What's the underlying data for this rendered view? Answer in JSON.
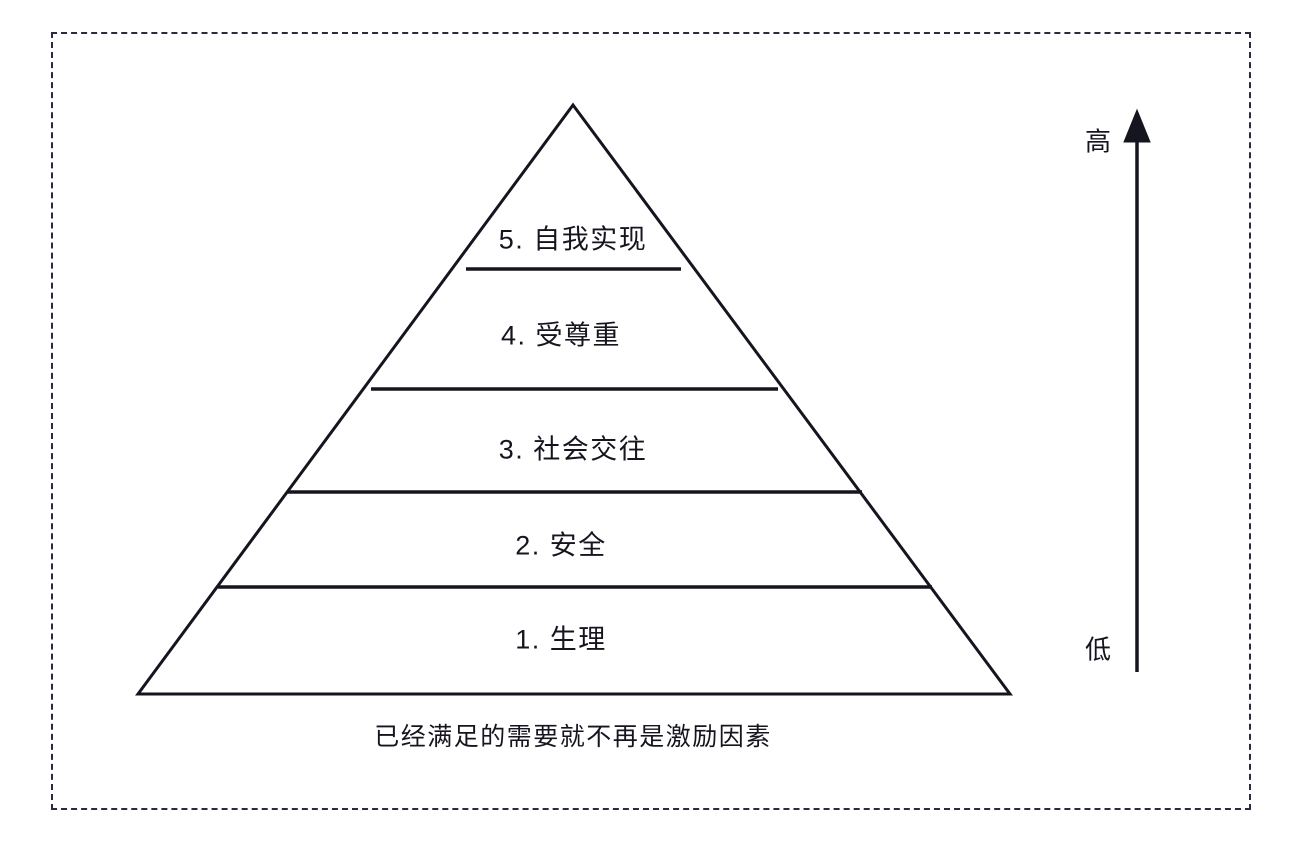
{
  "diagram": {
    "title_visible": false,
    "type": "pyramid",
    "frame": {
      "style": "dashed",
      "color": "#2b2b3d"
    },
    "stroke_color": "#15151f",
    "background_color": "#ffffff",
    "tiers": [
      {
        "number": "5",
        "label": "5. 自我实现"
      },
      {
        "number": "4",
        "label": "4. 受尊重"
      },
      {
        "number": "3",
        "label": "3. 社会交往"
      },
      {
        "number": "2",
        "label": "2. 安全"
      },
      {
        "number": "1",
        "label": "1. 生理"
      }
    ],
    "caption": "已经满足的需要就不再是激励因素",
    "axis": {
      "direction": "up",
      "high_label": "高",
      "low_label": "低"
    }
  }
}
